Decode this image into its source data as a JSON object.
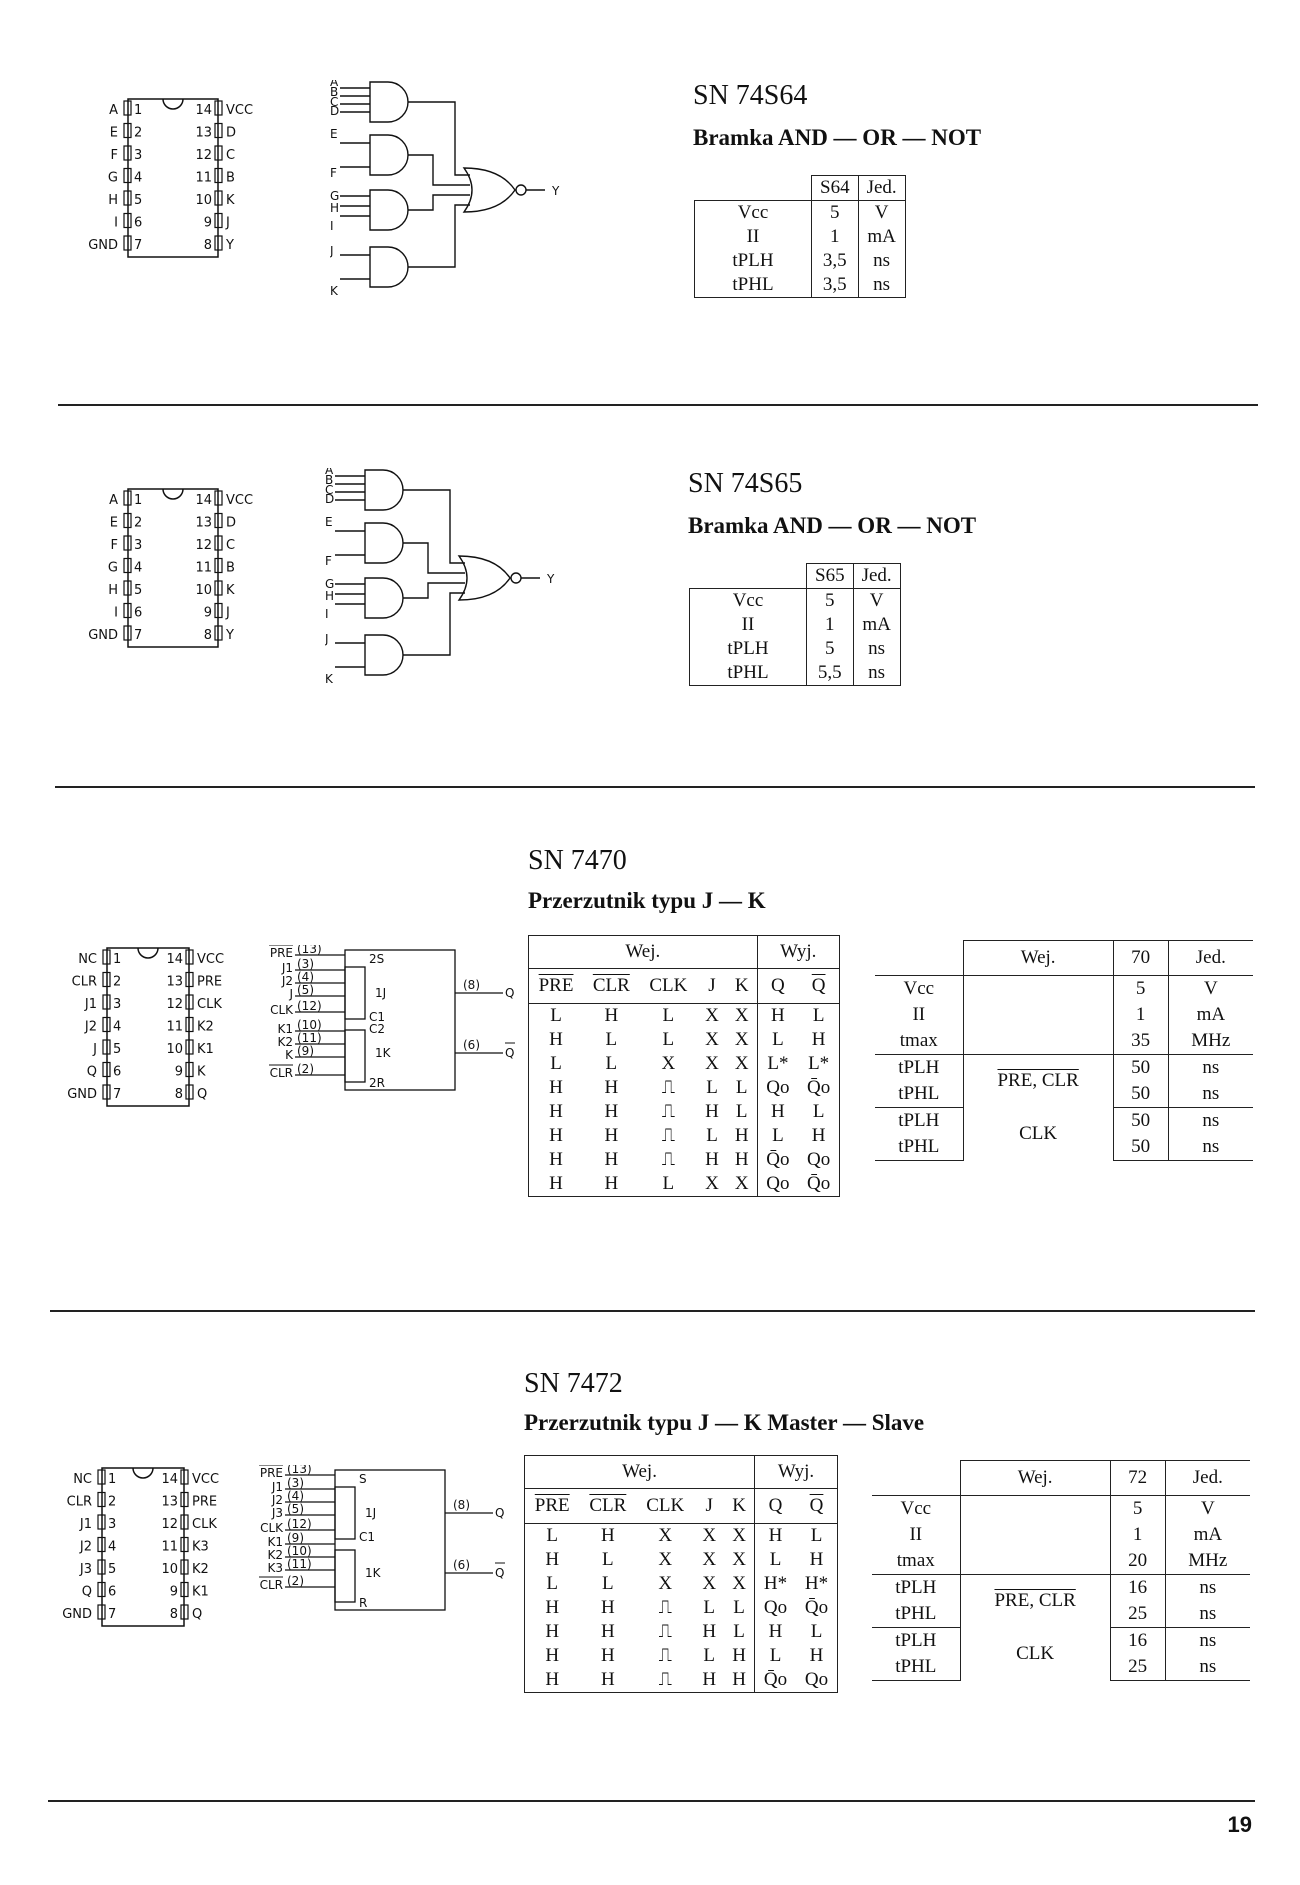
{
  "page_number": "19",
  "sec1": {
    "title": "SN  74S64",
    "subtitle": "Bramka AND — OR — NOT",
    "pins_left": [
      "A",
      "E",
      "F",
      "G",
      "H",
      "I",
      "GND"
    ],
    "pins_right": [
      "VCC",
      "D",
      "C",
      "B",
      "K",
      "J",
      "Y"
    ],
    "pin_nums_left": [
      "1",
      "2",
      "3",
      "4",
      "5",
      "6",
      "7"
    ],
    "pin_nums_right": [
      "14",
      "13",
      "12",
      "11",
      "10",
      "9",
      "8"
    ],
    "logic_inputs": [
      "A",
      "B",
      "C",
      "D",
      "E",
      "F",
      "G",
      "H",
      "I",
      "J",
      "K"
    ],
    "logic_output": "Y",
    "table": {
      "headers": [
        "",
        "S64",
        "Jed."
      ],
      "rows": [
        [
          "Vcc",
          "5",
          "V"
        ],
        [
          "II",
          "1",
          "mA"
        ],
        [
          "tPLH",
          "3,5",
          "ns"
        ],
        [
          "tPHL",
          "3,5",
          "ns"
        ]
      ]
    }
  },
  "sec2": {
    "title": "SN  74S65",
    "subtitle": "Bramka AND — OR — NOT",
    "pins_left": [
      "A",
      "E",
      "F",
      "G",
      "H",
      "I",
      "GND"
    ],
    "pins_right": [
      "VCC",
      "D",
      "C",
      "B",
      "K",
      "J",
      "Y"
    ],
    "pin_nums_left": [
      "1",
      "2",
      "3",
      "4",
      "5",
      "6",
      "7"
    ],
    "pin_nums_right": [
      "14",
      "13",
      "12",
      "11",
      "10",
      "9",
      "8"
    ],
    "logic_inputs": [
      "A",
      "B",
      "C",
      "D",
      "E",
      "F",
      "G",
      "H",
      "I",
      "J",
      "K"
    ],
    "logic_output": "Y",
    "table": {
      "headers": [
        "",
        "S65",
        "Jed."
      ],
      "rows": [
        [
          "Vcc",
          "5",
          "V"
        ],
        [
          "II",
          "1",
          "mA"
        ],
        [
          "tPLH",
          "5",
          "ns"
        ],
        [
          "tPHL",
          "5,5",
          "ns"
        ]
      ]
    }
  },
  "sec3": {
    "title": "SN  7470",
    "subtitle": "Przerzutnik typu J — K",
    "pins_left": [
      "NC",
      "CLR",
      "J1",
      "J2",
      "J",
      "Q",
      "GND"
    ],
    "pins_right": [
      "VCC",
      "PRE",
      "CLK",
      "K2",
      "K1",
      "K",
      "Q"
    ],
    "pin_nums_left": [
      "1",
      "2",
      "3",
      "4",
      "5",
      "6",
      "7"
    ],
    "pin_nums_right": [
      "14",
      "13",
      "12",
      "11",
      "10",
      "9",
      "8"
    ],
    "logic_labels": {
      "pre": "PRE",
      "j1": "J1",
      "j2": "J2",
      "j": "J",
      "clk": "CLK",
      "k1": "K1",
      "k2": "K2",
      "k": "K",
      "clr": "CLR",
      "n13": "(13)",
      "n3": "(3)",
      "n4": "(4)",
      "n5": "(5)",
      "n12": "(12)",
      "n10": "(10)",
      "n11": "(11)",
      "n9": "(9)",
      "n2": "(2)",
      "s": "2S",
      "j_in": "1J",
      "c1": "C1",
      "c2": "C2",
      "k_in": "1K",
      "r": "2R",
      "out8": "(8)",
      "out6": "(6)",
      "q": "Q",
      "qbar": "Q"
    },
    "truth": {
      "group_in": "Wej.",
      "group_out": "Wyj.",
      "headers_in": [
        "PRE",
        "CLR",
        "CLK",
        "J",
        "K"
      ],
      "headers_out": [
        "Q",
        "Q"
      ],
      "rows": [
        [
          "L",
          "H",
          "L",
          "X",
          "X",
          "H",
          "L"
        ],
        [
          "H",
          "L",
          "L",
          "X",
          "X",
          "L",
          "H"
        ],
        [
          "L",
          "L",
          "X",
          "X",
          "X",
          "L*",
          "L*"
        ],
        [
          "H",
          "H",
          "⎍",
          "L",
          "L",
          "Qo",
          "Q̄o"
        ],
        [
          "H",
          "H",
          "⎍",
          "H",
          "L",
          "H",
          "L"
        ],
        [
          "H",
          "H",
          "⎍",
          "L",
          "H",
          "L",
          "H"
        ],
        [
          "H",
          "H",
          "⎍",
          "H",
          "H",
          "Q̄o",
          "Qo"
        ],
        [
          "H",
          "H",
          "L",
          "X",
          "X",
          "Qo",
          "Q̄o"
        ]
      ]
    },
    "params": {
      "headers": [
        "",
        "Wej.",
        "70",
        "Jed."
      ],
      "rows": [
        [
          "Vcc",
          "",
          "5",
          "V"
        ],
        [
          "II",
          "",
          "1",
          "mA"
        ],
        [
          "tmax",
          "",
          "35",
          "MHz"
        ],
        [
          "tPLH",
          "PRE, CLR",
          "50",
          "ns"
        ],
        [
          "tPHL",
          "",
          "50",
          "ns"
        ],
        [
          "tPLH",
          "CLK",
          "50",
          "ns"
        ],
        [
          "tPHL",
          "",
          "50",
          "ns"
        ]
      ]
    }
  },
  "sec4": {
    "title": "SN  7472",
    "subtitle": "Przerzutnik typu J — K Master — Slave",
    "pins_left": [
      "NC",
      "CLR",
      "J1",
      "J2",
      "J3",
      "Q",
      "GND"
    ],
    "pins_right": [
      "VCC",
      "PRE",
      "CLK",
      "K3",
      "K2",
      "K1",
      "Q"
    ],
    "pin_nums_left": [
      "1",
      "2",
      "3",
      "4",
      "5",
      "6",
      "7"
    ],
    "pin_nums_right": [
      "14",
      "13",
      "12",
      "11",
      "10",
      "9",
      "8"
    ],
    "logic_labels": {
      "pre": "PRE",
      "j1": "J1",
      "j2": "J2",
      "j3": "J3",
      "clk": "CLK",
      "k1": "K1",
      "k2": "K2",
      "k3": "K3",
      "clr": "CLR",
      "n13": "(13)",
      "n3": "(3)",
      "n4": "(4)",
      "n5": "(5)",
      "n12": "(12)",
      "n9": "(9)",
      "n10": "(10)",
      "n11": "(11)",
      "n2": "(2)",
      "s": "S",
      "j_in": "1J",
      "c1": "C1",
      "k_in": "1K",
      "r": "R",
      "out8": "(8)",
      "out6": "(6)",
      "q": "Q",
      "qbar": "Q"
    },
    "truth": {
      "group_in": "Wej.",
      "group_out": "Wyj.",
      "headers_in": [
        "PRE",
        "CLR",
        "CLK",
        "J",
        "K"
      ],
      "headers_out": [
        "Q",
        "Q"
      ],
      "rows": [
        [
          "L",
          "H",
          "X",
          "X",
          "X",
          "H",
          "L"
        ],
        [
          "H",
          "L",
          "X",
          "X",
          "X",
          "L",
          "H"
        ],
        [
          "L",
          "L",
          "X",
          "X",
          "X",
          "H*",
          "H*"
        ],
        [
          "H",
          "H",
          "⎍",
          "L",
          "L",
          "Qo",
          "Q̄o"
        ],
        [
          "H",
          "H",
          "⎍",
          "H",
          "L",
          "H",
          "L"
        ],
        [
          "H",
          "H",
          "⎍",
          "L",
          "H",
          "L",
          "H"
        ],
        [
          "H",
          "H",
          "⎍",
          "H",
          "H",
          "Q̄o",
          "Qo"
        ]
      ]
    },
    "params": {
      "headers": [
        "",
        "Wej.",
        "72",
        "Jed."
      ],
      "rows": [
        [
          "Vcc",
          "",
          "5",
          "V"
        ],
        [
          "II",
          "",
          "1",
          "mA"
        ],
        [
          "tmax",
          "",
          "20",
          "MHz"
        ],
        [
          "tPLH",
          "PRE, CLR",
          "16",
          "ns"
        ],
        [
          "tPHL",
          "",
          "25",
          "ns"
        ],
        [
          "tPLH",
          "CLK",
          "16",
          "ns"
        ],
        [
          "tPHL",
          "",
          "25",
          "ns"
        ]
      ]
    }
  }
}
